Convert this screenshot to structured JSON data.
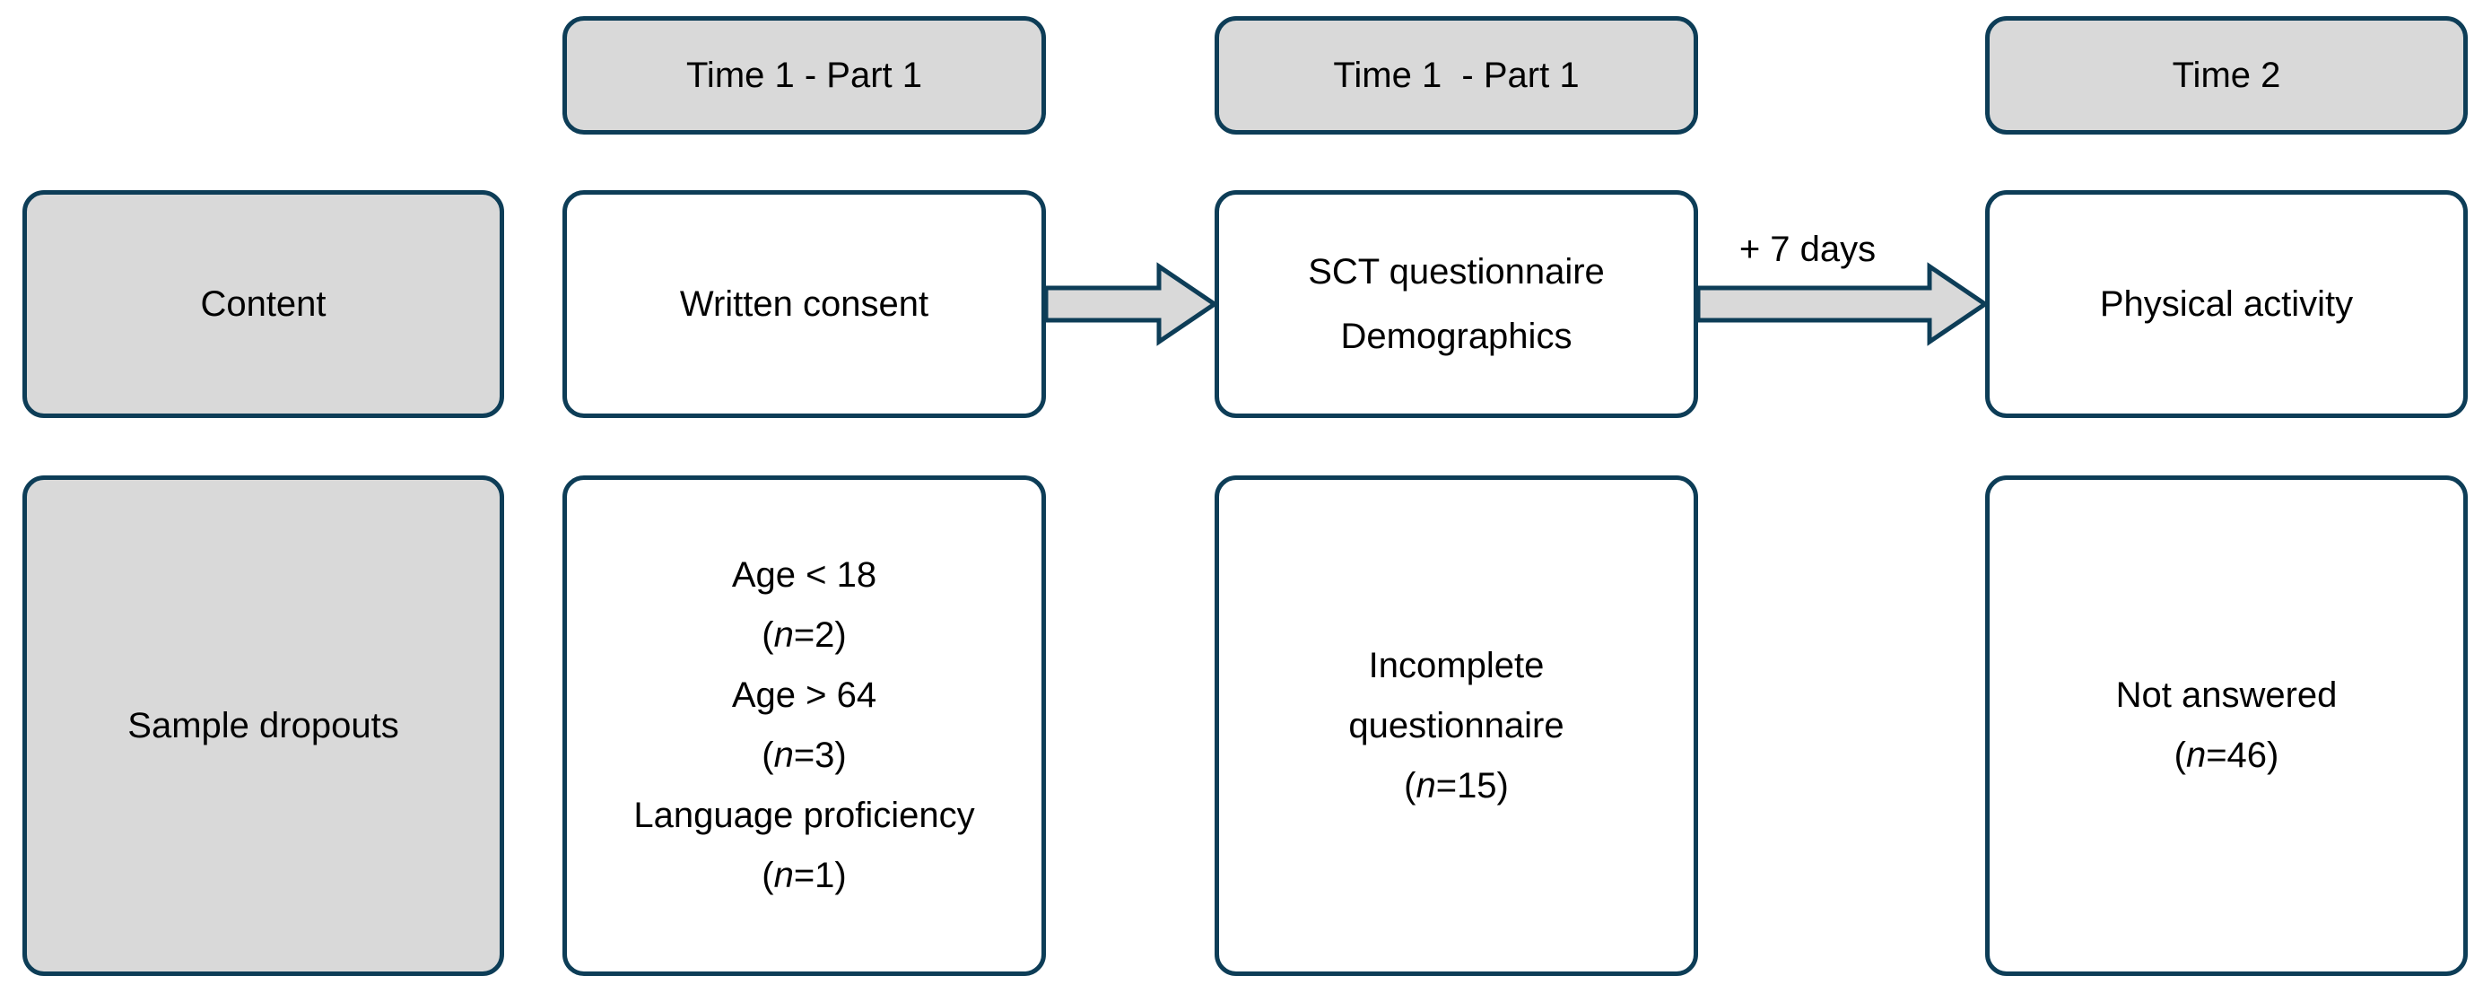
{
  "colors": {
    "box_border": "#0d3d57",
    "gray_fill": "#d9d9d9",
    "white_fill": "#ffffff",
    "arrow_fill": "#d9d9d9",
    "text": "#000000"
  },
  "timeline": {
    "headers": [
      {
        "label": "Time 1 - Part 1"
      },
      {
        "label": "Time 1  - Part 1"
      },
      {
        "label": "Time 2"
      }
    ]
  },
  "rows": {
    "content": {
      "label": "Content",
      "cells": {
        "written_consent": "Written consent",
        "sct_demographics": [
          "SCT questionnaire",
          "Demographics"
        ],
        "physical_activity": "Physical activity"
      },
      "arrow_label": "+ 7 days"
    },
    "dropouts": {
      "label": "Sample dropouts",
      "cells": {
        "time1_part1": [
          "Age < 18",
          "(n=2)",
          "Age > 64",
          "(n=3)",
          "Language proficiency",
          "(n=1)"
        ],
        "time1_part2": [
          "Incomplete",
          "questionnaire",
          "(n=15)"
        ],
        "time2": [
          "Not answered",
          "(n=46)"
        ]
      }
    }
  }
}
